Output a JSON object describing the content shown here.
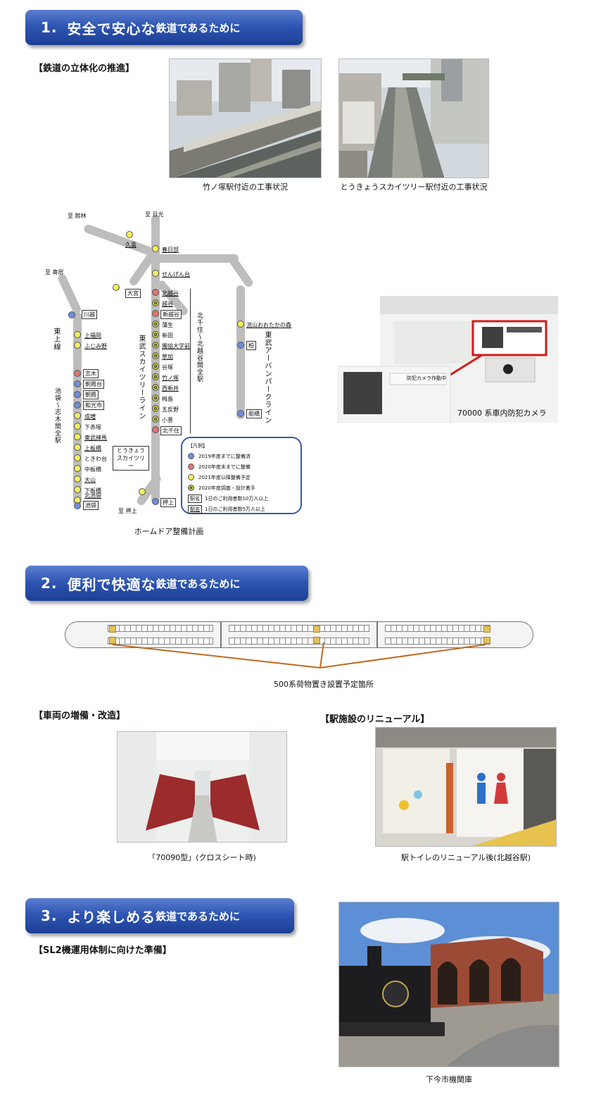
{
  "section1": {
    "number": "1.",
    "title_big": "安全で安心な",
    "title_small": "鉄道であるために",
    "subhead": "【鉄道の立体化の推進】",
    "photo1_caption": "竹ノ塚駅付近の工事状況",
    "photo2_caption": "とうきょうスカイツリー駅付近の工事状況",
    "camera_caption": "70000 系車内防犯カメラ",
    "camera_sign_text": "防犯カメラ作動中",
    "map_caption": "ホームドア整備計画"
  },
  "map": {
    "terminals": {
      "tatebayashi": "至 館林",
      "nikko": "至 日光",
      "yorii": "至 寄居",
      "oshiage": "至 押上"
    },
    "line_labels": {
      "tojo": "東上線",
      "skytree": "東武スカイツリーライン",
      "urban": "東武アーバンパークライン",
      "ikebukuro_range": "池袋〜志木間全駅",
      "kitasenju_range": "北千住〜北越谷間全駅"
    },
    "stations": {
      "kuki": "久喜",
      "kasukabe": "春日部",
      "sengendai": "せんげん台",
      "omiya": "大宮",
      "kitakoshigaya": "北越谷",
      "koshigaya": "越谷",
      "shinkoshigaya": "新越谷",
      "soka_matsubara": "獨協大学前",
      "shinden": "新田",
      "gamo": "蒲生",
      "soka": "草加",
      "takenotsuka": "竹ノ塚",
      "yatsuka": "谷塚",
      "nishiarai": "西新井",
      "umejima": "梅島",
      "gotanno": "五反野",
      "kosuge": "小菅",
      "kitasenju": "北千住",
      "tokyo_skytree": "とうきょう スカイツリー",
      "oshiage": "押上",
      "nagareyama": "流山おおたかの森",
      "kashiwa": "柏",
      "funabashi": "船橋",
      "kawagoe": "川越",
      "kamifukuoka": "上福岡",
      "fujimino": "ふじみ野",
      "shiki": "志木",
      "asakadai": "朝霞台",
      "asaka": "朝霞",
      "wakoshi": "和光市",
      "narimasu": "成増",
      "shimoakatsuka": "下赤塚",
      "tobunerima": "東武練馬",
      "kamiitabashi": "上板橋",
      "tokiwadai": "ときわ台",
      "nakaitabashi": "中板橋",
      "oyama": "大山",
      "shimoitabashi": "下板橋",
      "kitaikebukuro": "北池袋",
      "ikebukuro": "池袋"
    },
    "legend": {
      "title": "【凡例】",
      "items": [
        "2019年度までに整備済",
        "2020年度末までに整備",
        "2021年度以降整備予定",
        "2020年度調査・設計着手"
      ],
      "name_label": "駅名",
      "name_note_1": "1日のご利用者数10万人以上",
      "name_note_2": "1日のご利用者数5万人以上"
    },
    "colors": {
      "done": "#6f8ee0",
      "by2020": "#e57373",
      "after2021": "#f3ef5a",
      "survey": "#c9c844",
      "track": "#bdbdbd"
    }
  },
  "section2": {
    "number": "2.",
    "title_big": "便利で快適な",
    "title_small": "鉄道であるために",
    "train_caption": "500系荷物置き設置予定箇所",
    "subhead_left": "【車両の増備・改造】",
    "subhead_right": "【駅施設のリニューアル】",
    "photo_left_caption": "「70090型」(クロスシート時)",
    "photo_right_caption": "駅トイレのリニューアル後(北越谷駅)"
  },
  "section3": {
    "number": "3.",
    "title_big": "より楽しめる",
    "title_small": "鉄道であるために",
    "subhead": "【SL2機運用体制に向けた準備】",
    "photo_caption": "下今市機関庫"
  }
}
